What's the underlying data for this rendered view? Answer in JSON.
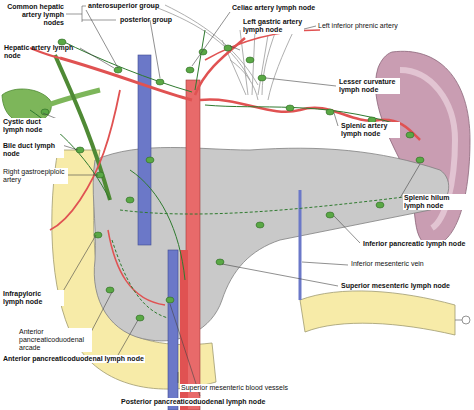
{
  "diagram": {
    "labels": [
      "Common hepatic artery lymph nodes",
      "anterosuperior group",
      "posterior group",
      "Celiac artery lymph node",
      "Left gastric artery lymph node",
      "Left inferior phrenic artery",
      "Hepatic artery lymph node",
      "Lesser curvature lymph node",
      "Cystic duct lymph node",
      "Splenic artery lymph node",
      "Bile duct lymph node",
      "Right gastroepiploic artery",
      "Splenic hilum lymph node",
      "Inferior pancreatic lymph node",
      "Inferior mesenteric vein",
      "Superior mesenteric lymph node",
      "Infrapyloric lymph node",
      "Anterior pancreaticoduodenal arcade",
      "Anterior pancreaticoduodenal lymph node",
      "Superior mesenteric blood vessels",
      "Posterior pancreaticoduodenal lymph node"
    ]
  }
}
